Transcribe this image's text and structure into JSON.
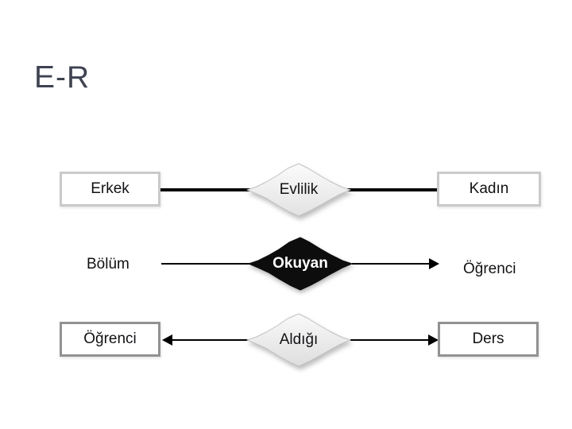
{
  "slide": {
    "title": "E-R"
  },
  "colors": {
    "background": "#ffffff",
    "title_text": "#3e4352",
    "label_text": "#121215",
    "connector": "#000000",
    "entity_fill": "#ffffff",
    "entity_border_light": "#cacaca",
    "entity_border_dark": "#929292",
    "relation_light_fill_top": "#fbfbfb",
    "relation_light_fill_bottom": "#e2e2e2",
    "relation_light_stroke": "#c2c2c2",
    "relation_dark_fill": "#0d0d0d",
    "relation_dark_text": "#ffffff"
  },
  "diagram": {
    "rows": [
      {
        "left_entity": "Erkek",
        "relation": "Evlilik",
        "right_entity": "Kadın"
      },
      {
        "left_label": "Bölüm",
        "relation": "Okuyan",
        "right_label": "Öğrenci"
      },
      {
        "left_entity": "Öğrenci",
        "relation": "Aldığı",
        "right_entity": "Ders"
      }
    ]
  }
}
